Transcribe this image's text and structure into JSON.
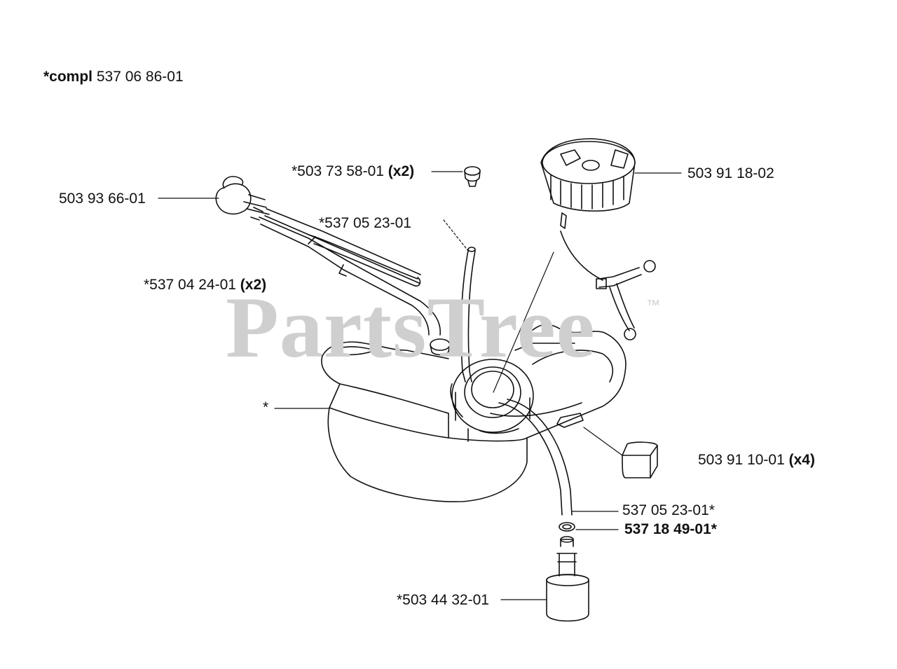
{
  "header": {
    "bold": "*compl",
    "number": "537 06 86-01"
  },
  "watermark": {
    "text": "PartsTree",
    "trademark": "™"
  },
  "callouts": {
    "primer_bulb": {
      "text": "503 93 66-01"
    },
    "grommet": {
      "text": "*503 73 58-01",
      "qty": "(x2)"
    },
    "fuel_cap": {
      "text": "503 91 18-02"
    },
    "hose_upper": {
      "text": "*537 05 23-01"
    },
    "return_hoses": {
      "text": "*537 04 24-01",
      "qty": "(x2)"
    },
    "tank": {
      "text": "*"
    },
    "damper": {
      "text": "503 91 10-01",
      "qty": "(x4)"
    },
    "hose_lower": {
      "text": "537 05 23-01*"
    },
    "ring": {
      "text": "537 18 49-01*"
    },
    "filter": {
      "text": "*503 44 32-01"
    }
  }
}
